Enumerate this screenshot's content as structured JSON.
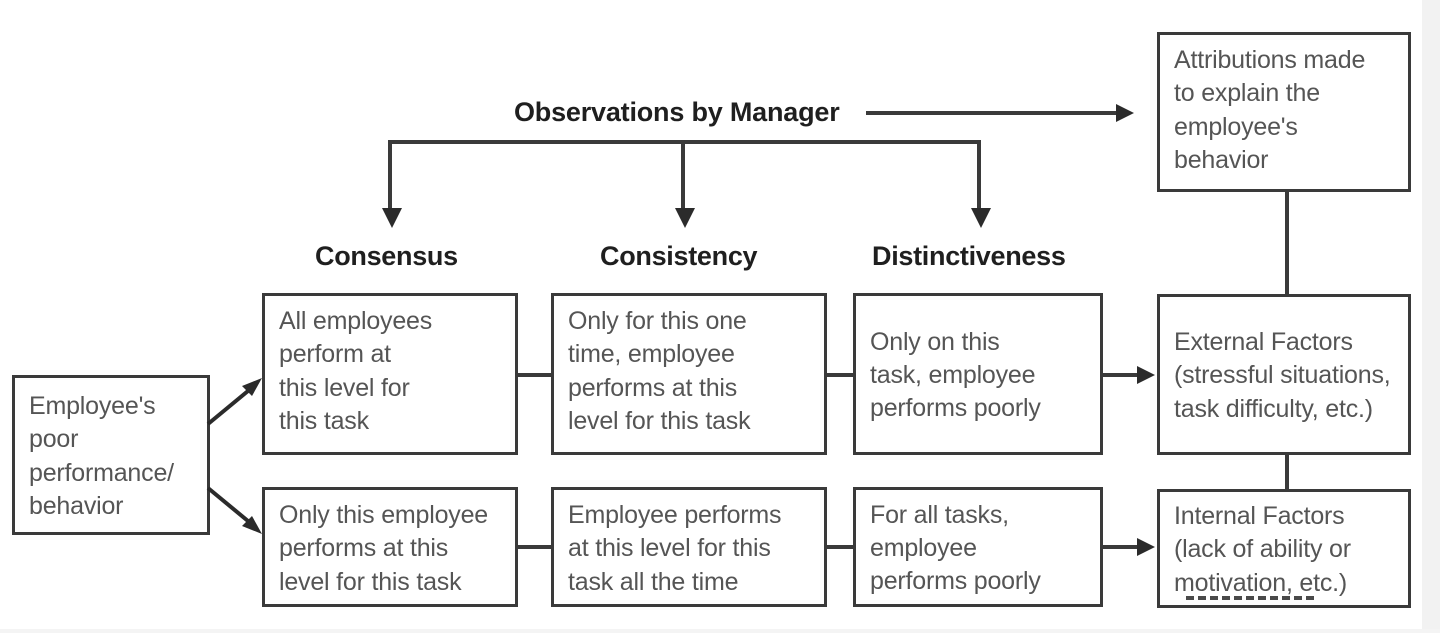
{
  "diagram": {
    "title": "Observations by Manager",
    "source_box": {
      "text": "Employee's\npoor\nperformance/\nbehavior"
    },
    "dimension_labels": [
      {
        "label": "Consensus"
      },
      {
        "label": "Consistency"
      },
      {
        "label": "Distinctiveness"
      }
    ],
    "outcome_box": {
      "text": "Attributions made\nto explain the\nemployee's\nbehavior"
    },
    "rows": [
      {
        "name": "external-attribution-row",
        "cells": [
          "All employees\nperform at\nthis level for\nthis task",
          "Only for this one\ntime, employee\nperforms at this\nlevel for this task",
          "Only on this\ntask, employee\nperforms poorly"
        ],
        "conclusion": "External Factors\n(stressful situations,\ntask difficulty, etc.)"
      },
      {
        "name": "internal-attribution-row",
        "cells": [
          "Only this employee\nperforms at this\nlevel for this task",
          "Employee performs\nat this level for this\ntask all the time",
          "For all tasks,\nemployee\nperforms poorly"
        ],
        "conclusion": "Internal Factors\n(lack of ability or\nmotivation, etc.)"
      }
    ],
    "colors": {
      "border": "#3a3a3a",
      "text": "#555555",
      "heading": "#1f1f1f",
      "background": "#ffffff"
    }
  }
}
